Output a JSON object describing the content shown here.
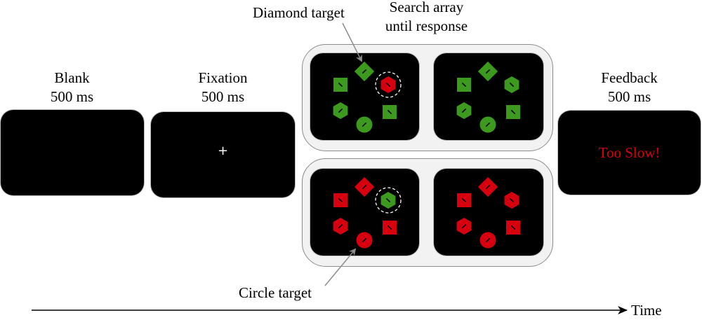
{
  "stages": {
    "blank": {
      "title": "Blank",
      "duration": "500 ms"
    },
    "fixation": {
      "title": "Fixation",
      "duration": "500 ms",
      "symbol": "+"
    },
    "search": {
      "title": "Search array",
      "duration": "until response"
    },
    "feedback": {
      "title": "Feedback",
      "duration": "500 ms",
      "message": "Too Slow!"
    }
  },
  "annotations": {
    "diamond_target": "Diamond target",
    "circle_target": "Circle target"
  },
  "timeline": {
    "label": "Time"
  },
  "colors": {
    "green": "#3c9a1e",
    "red": "#d7000f",
    "screen": "#000000",
    "group_fill": "#f2f2f2",
    "feedback_text": "#d7000f"
  },
  "search_arrays": [
    {
      "row": "top",
      "panel": "left",
      "base": "green",
      "singleton": {
        "shape": "hexagon",
        "color": "red"
      },
      "highlighted": "hexagon",
      "items": [
        {
          "shape": "diamond",
          "color": "green",
          "pos": "top"
        },
        {
          "shape": "square",
          "color": "green",
          "pos": "upper-left"
        },
        {
          "shape": "hexagon",
          "color": "red",
          "pos": "upper-right"
        },
        {
          "shape": "hexagon",
          "color": "green",
          "pos": "lower-left"
        },
        {
          "shape": "square",
          "color": "green",
          "pos": "lower-right"
        },
        {
          "shape": "circle",
          "color": "green",
          "pos": "bottom"
        }
      ]
    },
    {
      "row": "top",
      "panel": "right",
      "base": "green",
      "items": [
        {
          "shape": "diamond",
          "color": "green",
          "pos": "top"
        },
        {
          "shape": "square",
          "color": "green",
          "pos": "upper-left"
        },
        {
          "shape": "hexagon",
          "color": "green",
          "pos": "upper-right"
        },
        {
          "shape": "hexagon",
          "color": "green",
          "pos": "lower-left"
        },
        {
          "shape": "square",
          "color": "green",
          "pos": "lower-right"
        },
        {
          "shape": "circle",
          "color": "green",
          "pos": "bottom"
        }
      ]
    },
    {
      "row": "bottom",
      "panel": "left",
      "base": "red",
      "singleton": {
        "shape": "hexagon",
        "color": "green"
      },
      "highlighted": "hexagon",
      "items": [
        {
          "shape": "diamond",
          "color": "red",
          "pos": "top"
        },
        {
          "shape": "square",
          "color": "red",
          "pos": "upper-left"
        },
        {
          "shape": "hexagon",
          "color": "green",
          "pos": "upper-right"
        },
        {
          "shape": "hexagon",
          "color": "red",
          "pos": "lower-left"
        },
        {
          "shape": "square",
          "color": "red",
          "pos": "lower-right"
        },
        {
          "shape": "circle",
          "color": "red",
          "pos": "bottom"
        }
      ]
    },
    {
      "row": "bottom",
      "panel": "right",
      "base": "red",
      "items": [
        {
          "shape": "diamond",
          "color": "red",
          "pos": "top"
        },
        {
          "shape": "square",
          "color": "red",
          "pos": "upper-left"
        },
        {
          "shape": "hexagon",
          "color": "red",
          "pos": "upper-right"
        },
        {
          "shape": "hexagon",
          "color": "red",
          "pos": "lower-left"
        },
        {
          "shape": "square",
          "color": "red",
          "pos": "lower-right"
        },
        {
          "shape": "circle",
          "color": "red",
          "pos": "bottom"
        }
      ]
    }
  ]
}
